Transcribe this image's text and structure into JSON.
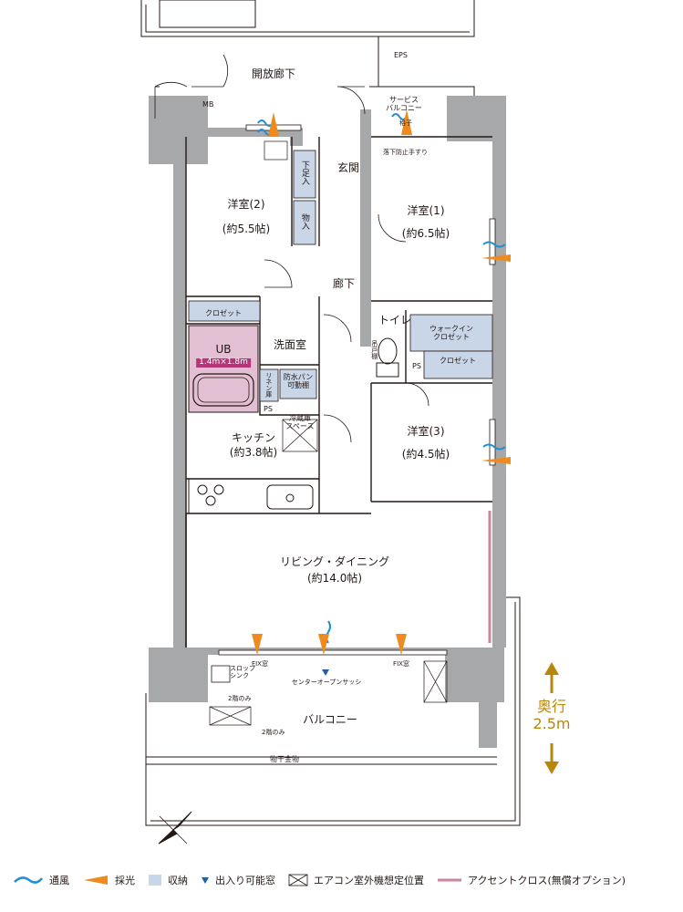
{
  "rooms": {
    "open_corridor": "開放廊下",
    "eps": "EPS",
    "mb": "MB",
    "service_balcony": "サービス\nバルコニー",
    "service_balcony_line1": "サービス",
    "service_balcony_line2": "バルコニー",
    "lattice": "格子",
    "fall_guard": "落下防止手すり",
    "entrance": "玄関",
    "shoe_box": "下足入",
    "storage": "物入",
    "western2_name": "洋室(2)",
    "western2_area": "(約5.5帖)",
    "western1_name": "洋室(1)",
    "western1_area": "(約6.5帖)",
    "hallway": "廊下",
    "closet": "クロゼット",
    "toilet": "トイレ",
    "walk_in_line1": "ウォークイン",
    "walk_in_line2": "クロゼット",
    "closet2": "クロゼット",
    "hanging_shelf": "吊戸棚",
    "ps": "PS",
    "ps2": "PS",
    "ub": "UB",
    "ub_size": "1.4m×1.8m",
    "linen": "リネン庫",
    "washroom": "洗面室",
    "waterproof_line1": "防水パン",
    "waterproof_line2": "可動棚",
    "fridge_line1": "冷蔵庫",
    "fridge_line2": "スペース",
    "kitchen_name": "キッチン",
    "kitchen_area": "(約3.8帖)",
    "western3_name": "洋室(3)",
    "western3_area": "(約4.5帖)",
    "living_name": "リビング・ダイニング",
    "living_area": "(約14.0帖)",
    "fix_left": "FIX窓",
    "fix_right": "FIX窓",
    "center_sash": "センターオープンサッシ",
    "slop_line1": "スロップ",
    "slop_line2": "シンク",
    "second_floor_a": "2階のみ",
    "second_floor_b": "2階のみ",
    "balcony": "バルコニー",
    "laundry": "物干金物"
  },
  "depth": {
    "label": "奥行",
    "value": "2.5m"
  },
  "legend": {
    "ventilation": "通風",
    "daylight": "採光",
    "storage": "収納",
    "entry_window": "出入り可能窓",
    "ac_position": "エアコン室外機想定位置",
    "accent_cross": "アクセントクロス(無償オプション)"
  },
  "colors": {
    "wall": "#a7a8aa",
    "storage": "#c9d6e8",
    "ub": "#e3bfd4",
    "ub_dark": "#b5347a",
    "ventilation": "#1f8fd3",
    "daylight": "#ee8a1e",
    "accent": "#c9869e",
    "depth": "#b8860b"
  }
}
